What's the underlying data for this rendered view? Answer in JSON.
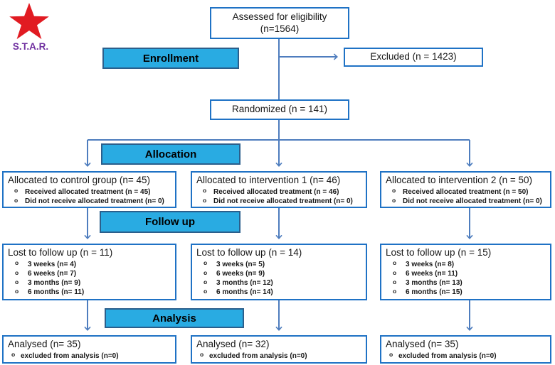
{
  "logo": {
    "text": "S.T.A.R.",
    "star_icon": "red-five-point-star"
  },
  "bullet": "o",
  "stages": {
    "enrollment": "Enrollment",
    "allocation": "Allocation",
    "followup": "Follow up",
    "analysis": "Analysis"
  },
  "boxes": {
    "assessed_line1": "Assessed for eligibility",
    "assessed_line2": "(n=1564)",
    "excluded": "Excluded (n = 1423)",
    "randomized": "Randomized (n = 141)"
  },
  "columns": [
    {
      "allocated": {
        "title": "Allocated to control group (n= 45)",
        "items": [
          "Received allocated treatment (n = 45)",
          "Did not receive allocated treatment (n= 0)"
        ]
      },
      "lost": {
        "title": "Lost to follow up (n = 11)",
        "items": [
          "3 weeks (n= 4)",
          "6 weeks (n= 7)",
          "3 months (n= 9)",
          "6 months (n= 11)"
        ]
      },
      "analysed": {
        "title": "Analysed (n= 35)",
        "items": [
          "excluded from analysis (n=0)"
        ]
      }
    },
    {
      "allocated": {
        "title": "Allocated to intervention 1 (n= 46)",
        "items": [
          "Received allocated treatment (n = 46)",
          "Did not receive allocated treatment (n= 0)"
        ]
      },
      "lost": {
        "title": "Lost to follow up (n = 14)",
        "items": [
          "3 weeks (n= 5)",
          "6 weeks (n= 9)",
          "3 months (n= 12)",
          "6 months (n= 14)"
        ]
      },
      "analysed": {
        "title": "Analysed (n= 32)",
        "items": [
          "excluded from analysis (n=0)"
        ]
      }
    },
    {
      "allocated": {
        "title": "Allocated to intervention 2 (n = 50)",
        "items": [
          "Received allocated treatment (n = 50)",
          "Did not receive allocated treatment (n= 0)"
        ]
      },
      "lost": {
        "title": "Lost to follow up (n = 15)",
        "items": [
          "3 weeks (n= 8)",
          "6 weeks (n= 11)",
          "3 months (n= 13)",
          "6 months (n= 15)"
        ]
      },
      "analysed": {
        "title": "Analysed (n= 35)",
        "items": [
          "excluded from analysis (n=0)"
        ]
      }
    }
  ],
  "colors": {
    "box_border": "#1F72C5",
    "connector_line": "#4E7DBE",
    "stage_fill": "#29ABE2",
    "stage_border": "#2B5F8C",
    "star_red": "#E11B22",
    "logo_purple": "#7030A0"
  }
}
